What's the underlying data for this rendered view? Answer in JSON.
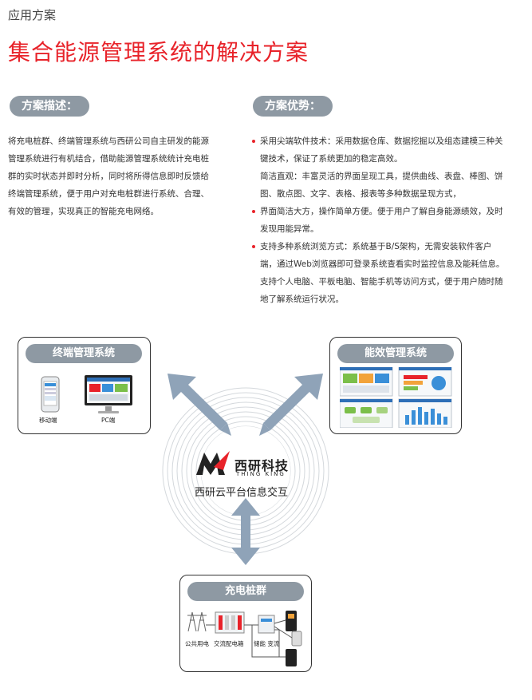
{
  "header": {
    "section_label": "应用方案",
    "title": "集合能源管理系统的解决方案"
  },
  "description": {
    "heading": "方案描述：",
    "paragraph": "将充电桩群、终端管理系统与西研公司自主研发的能源管理系统进行有机结合，借助能源管理系统统计充电桩群的实时状态并即时分析，同时将所得信息即时反馈给终端管理系统，便于用户对充电桩群进行系统、合理、有效的管理，实现真正的智能充电网络。"
  },
  "advantages": {
    "heading": "方案优势：",
    "items": [
      {
        "text": "采用尖端软件技术：采用数据仓库、数据挖掘以及组态建模三种关键技术，保证了系统更加的稳定高效。",
        "bullet": true
      },
      {
        "text": "简洁直观：丰富灵活的界面呈现工具，提供曲线、表盘、棒图、饼图、散点图、文字、表格、报表等多种数据呈现方式，",
        "bullet": false
      },
      {
        "text": "界面简洁大方，操作简单方便。便于用户了解自身能源绩效，及时发现用能异常。",
        "bullet": true
      },
      {
        "text": "支持多种系统浏览方式：系统基于B/S架构，无需安装软件客户端，通过Web浏览器即可登录系统查看实时监控信息及能耗信息。支持个人电脑、平板电脑、智能手机等访问方式，便于用户随时随地了解系统运行状况。",
        "bullet": true
      }
    ]
  },
  "diagram": {
    "terminal_system": {
      "title": "终端管理系统",
      "mobile_label": "移动端",
      "pc_label": "PC端"
    },
    "energy_system": {
      "title": "能效管理系统"
    },
    "charging_group": {
      "title": "充电桩群",
      "labels": [
        "公共用电",
        "交流配电箱",
        "储能 变流"
      ]
    },
    "center": {
      "brand_cn": "西研科技",
      "brand_en": "THING KING",
      "platform": "西研云平台信息交互"
    },
    "colors": {
      "accent": "#e8232a",
      "pill": "#8e99a3",
      "arrow": "#8fa3b8"
    }
  }
}
